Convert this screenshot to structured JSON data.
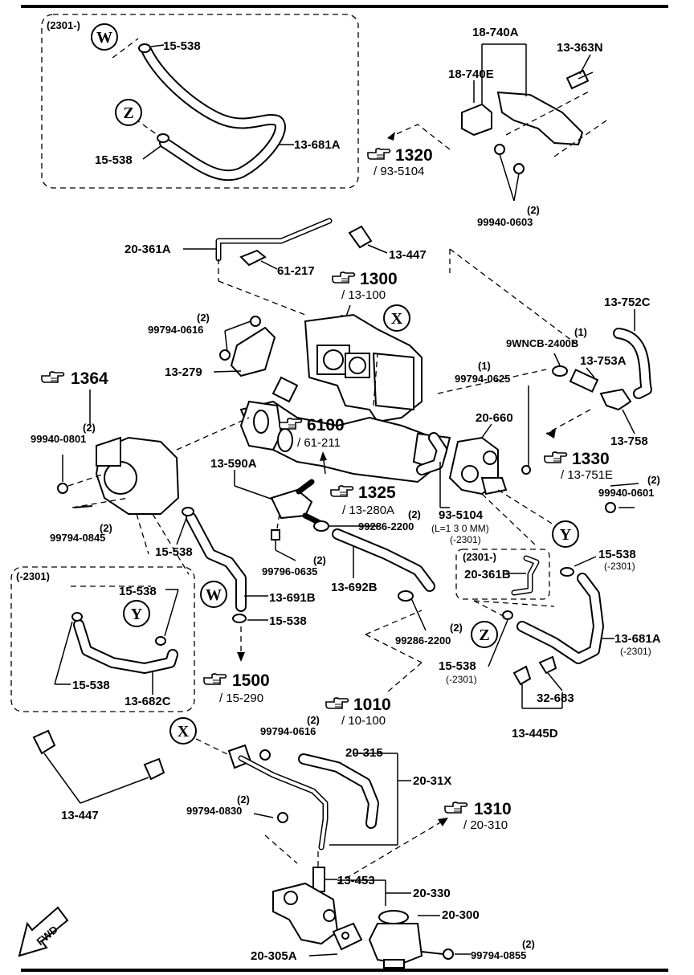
{
  "callouts": {
    "W": "W",
    "Z": "Z",
    "X": "X",
    "Y": "Y"
  },
  "inset_top": {
    "code": "(2301-)",
    "clamp_top": "15-538",
    "clamp_bottom": "15-538",
    "hose": "13-681A"
  },
  "inset_left": {
    "code": "(-2301)",
    "clamp_top": "15-538",
    "clamp_bottom": "15-538",
    "hose": "13-682C"
  },
  "inset_right": {
    "code": "(2301-)",
    "part": "20-361B"
  },
  "refs": {
    "r1320": {
      "num": "1320",
      "sub": "/ 93-5104"
    },
    "r1300": {
      "num": "1300",
      "sub": "/ 13-100"
    },
    "r1364": {
      "num": "1364"
    },
    "r6100": {
      "num": "6100",
      "sub": "/ 61-211"
    },
    "r1325": {
      "num": "1325",
      "sub": "/ 13-280A"
    },
    "r1330": {
      "num": "1330",
      "sub": "/ 13-751E"
    },
    "r1500": {
      "num": "1500",
      "sub": "/ 15-290"
    },
    "r1010": {
      "num": "1010",
      "sub": "/ 10-100"
    },
    "r1310": {
      "num": "1310",
      "sub": "/ 20-310"
    }
  },
  "labels": {
    "p18740A": "18-740A",
    "p18740E": "18-740E",
    "p13363N": "13-363N",
    "p99940_0603": "99940-0603",
    "q2_0603": "(2)",
    "p20361A": "20-361A",
    "p61217": "61-217",
    "p13447_top": "13-447",
    "p99794_0616": "99794-0616",
    "q2_0616": "(2)",
    "p13279": "13-279",
    "p13752C": "13-752C",
    "p9WNCB": "9WNCB-2400B",
    "q1_9wncb": "(1)",
    "p99794_0625": "99794-0625",
    "q1_0625": "(1)",
    "p13753A": "13-753A",
    "p13758": "13-758",
    "p20660": "20-660",
    "p99940_0801": "99940-0801",
    "q2_0801": "(2)",
    "p99794_0845": "99794-0845",
    "q2_0845": "(2)",
    "p13590A": "13-590A",
    "p99286_2200_a": "99286-2200",
    "q2_2200_a": "(2)",
    "p93_5104": "93-5104",
    "len_note": "(L=1 3 0 MM)",
    "code_2301_a": "(-2301)",
    "p99940_0601": "99940-0601",
    "q2_0601": "(2)",
    "p15538_a": "15-538",
    "p99796_0635": "99796-0635",
    "q2_0635": "(2)",
    "p13692B": "13-692B",
    "p13691B": "13-691B",
    "p15538_b": "15-538",
    "p15538_c": "15-538",
    "code_2301_b": "(-2301)",
    "p99286_2200_b": "99286-2200",
    "q2_2200_b": "(2)",
    "p15538_d": "15-538",
    "code_2301_c": "(-2301)",
    "p13681A_r": "13-681A",
    "code_2301_d": "(-2301)",
    "p32683": "32-683",
    "p13445D": "13-445D",
    "p13447_bot": "13-447",
    "p99794_0616_b": "99794-0616",
    "q2_0616_b": "(2)",
    "p20315": "20-315",
    "p20_31X": "20-31X",
    "p99794_0830": "99794-0830",
    "q2_0830": "(2)",
    "p13453": "13-453",
    "p20330": "20-330",
    "p20300": "20-300",
    "p20305A": "20-305A",
    "p99794_0855": "99794-0855",
    "q2_0855": "(2)",
    "fwd": "FWD"
  }
}
